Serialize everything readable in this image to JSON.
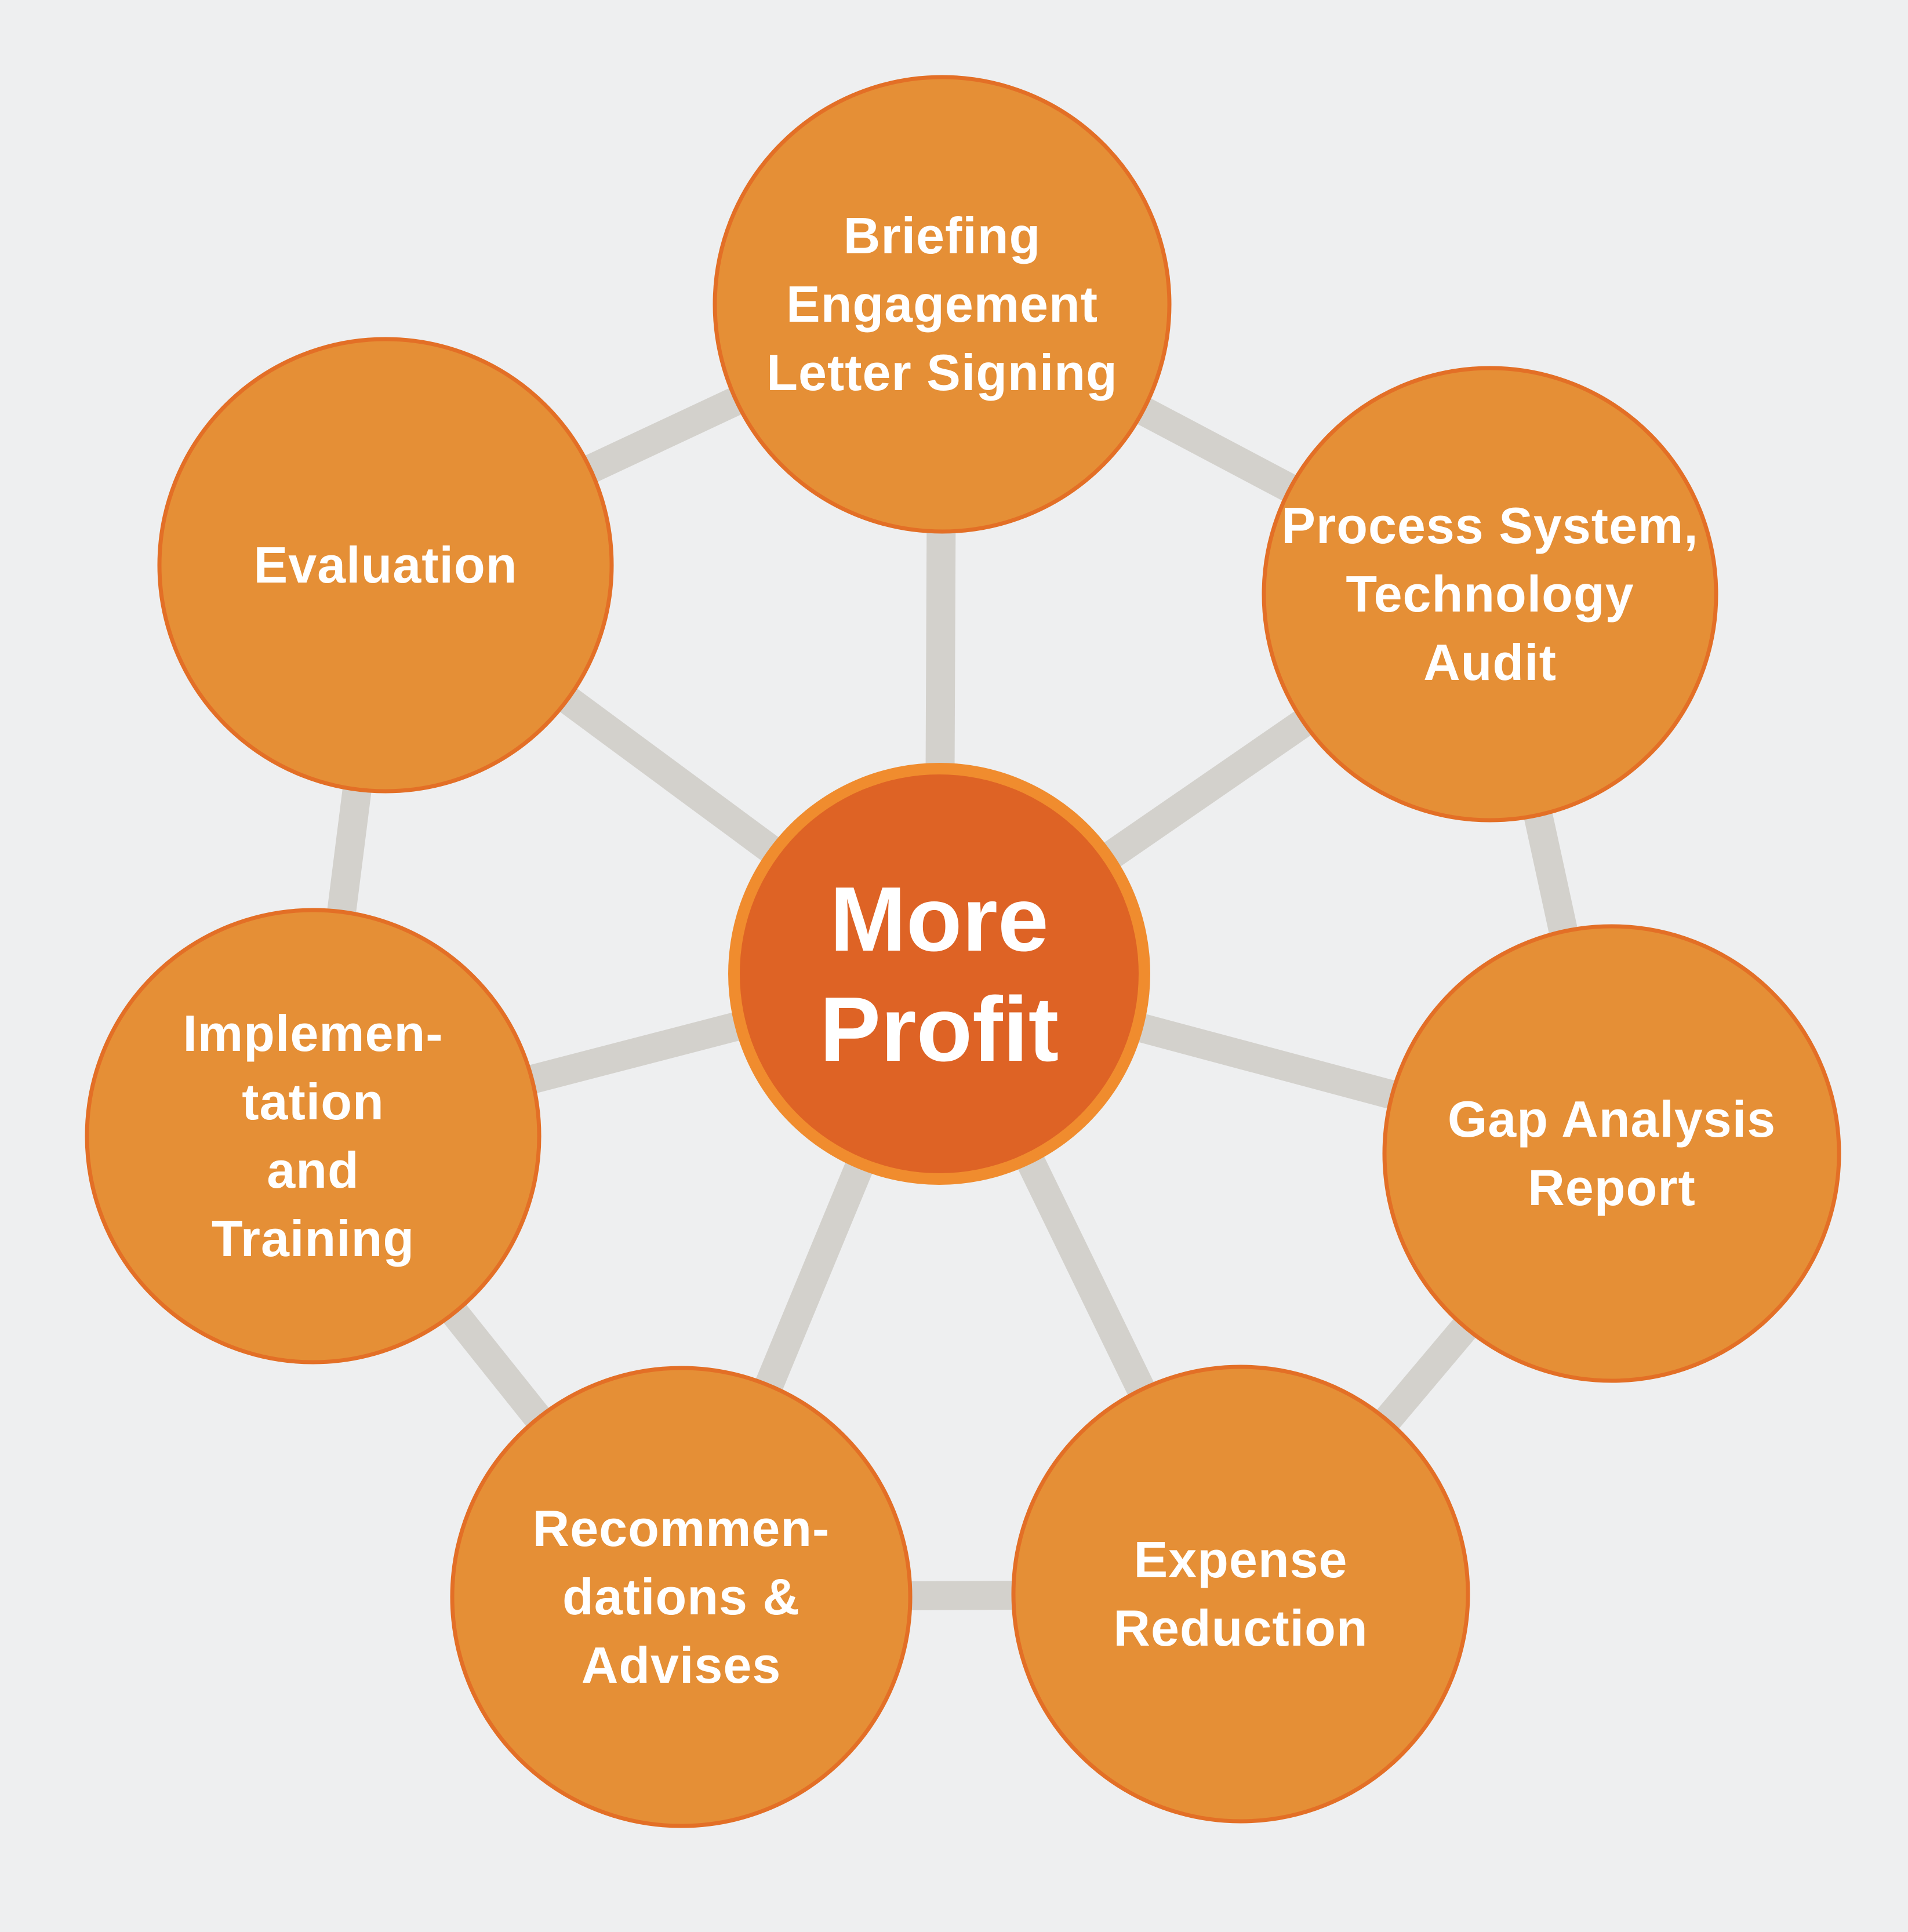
{
  "colors": {
    "background": "#eeeff0",
    "connector": "#d3d1cc",
    "node_fill": "#e58f36",
    "node_stroke": "#e36f26",
    "center_fill": "#de6325",
    "center_ring": "#f08c2e",
    "text": "#ffffff"
  },
  "center": {
    "lines": [
      "More",
      "Profit"
    ]
  },
  "nodes": [
    {
      "id": "briefing",
      "lines": [
        "Briefing",
        "Engagement",
        "Letter Signing"
      ]
    },
    {
      "id": "audit",
      "lines": [
        "Process System,",
        "Technology",
        "Audit"
      ]
    },
    {
      "id": "gap-analysis",
      "lines": [
        "Gap Analysis",
        "Report"
      ]
    },
    {
      "id": "expense-reduction",
      "lines": [
        "Expense",
        "Reduction"
      ]
    },
    {
      "id": "recommendations",
      "lines": [
        "Recommen-",
        "dations &",
        "Advises"
      ]
    },
    {
      "id": "implementation",
      "lines": [
        "Implemen-",
        "tation",
        "and",
        "Training"
      ]
    },
    {
      "id": "evaluation",
      "lines": [
        "Evaluation"
      ]
    }
  ]
}
